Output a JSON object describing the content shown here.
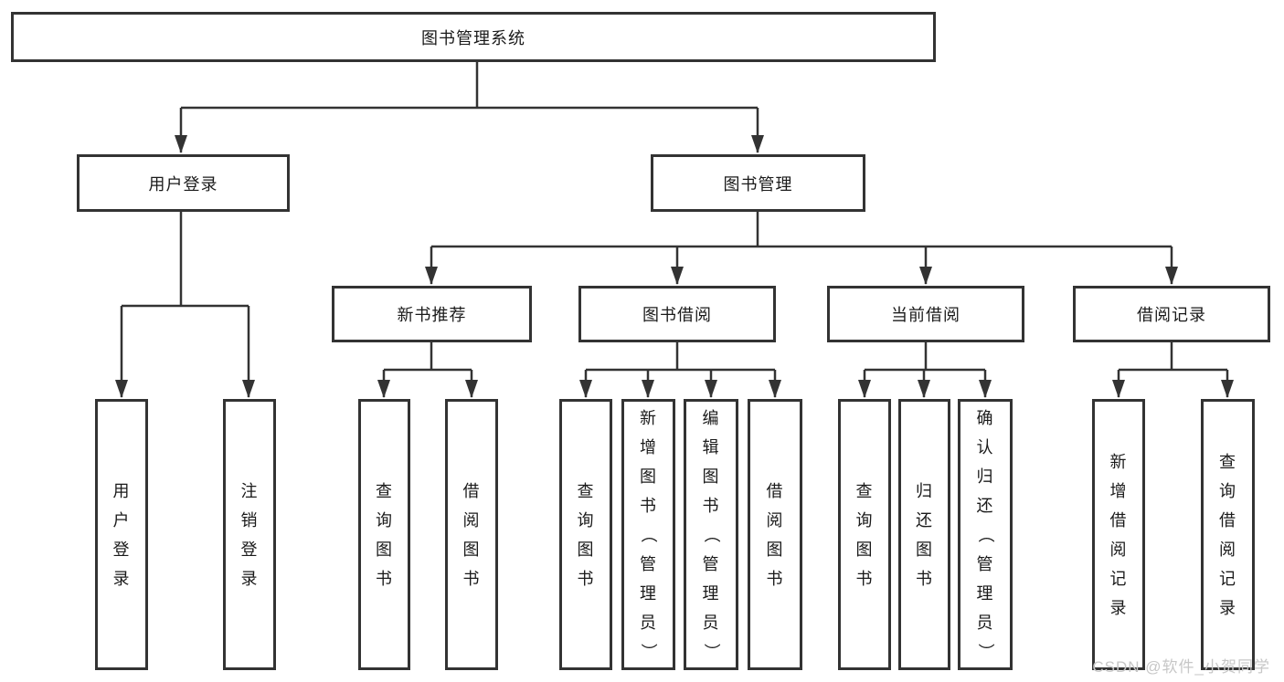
{
  "tree": {
    "root": "图书管理系统",
    "branches": [
      {
        "label": "用户登录",
        "children": [
          "用户登录",
          "注销登录"
        ]
      },
      {
        "label": "图书管理",
        "children": [
          {
            "label": "新书推荐",
            "children": [
              "查询图书",
              "借阅图书"
            ]
          },
          {
            "label": "图书借阅",
            "children": [
              "查询图书",
              "新增图书（管理员）",
              "编辑图书（管理员）",
              "借阅图书"
            ]
          },
          {
            "label": "当前借阅",
            "children": [
              "查询图书",
              "归还图书",
              "确认归还（管理员）"
            ]
          },
          {
            "label": "借阅记录",
            "children": [
              "新增借阅记录",
              "查询借阅记录"
            ]
          }
        ]
      }
    ]
  },
  "watermark": {
    "text": "CSDN @软件_小贺同学",
    "color": "#c7c7c7"
  },
  "colors": {
    "line": "#333333",
    "box_border": "#333333",
    "text": "#1a1a1a",
    "background": "#ffffff"
  }
}
